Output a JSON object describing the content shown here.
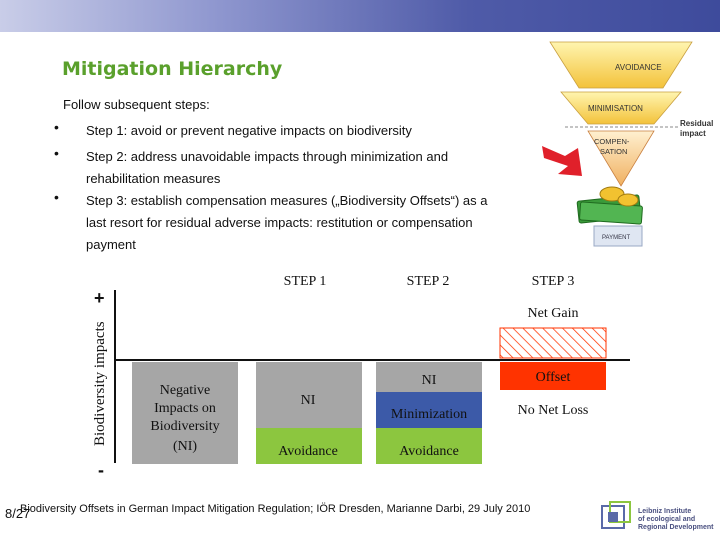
{
  "slide": {
    "title": "Mitigation Hierarchy",
    "intro": "Follow subsequent steps:",
    "steps": [
      {
        "line1": "Step 1: avoid or prevent negative impacts on biodiversity",
        "line2": "",
        "line3": ""
      },
      {
        "line1": "Step 2: address unavoidable impacts through minimization and",
        "line2": "rehabilitation measures",
        "line3": ""
      },
      {
        "line1": "Step 3: establish  compensation measures („Biodiversity Offsets“) as a",
        "line2": "last resort for residual adverse impacts: restitution or compensation",
        "line3": "payment"
      }
    ],
    "footer": "Biodiversity Offsets in German Impact Mitigation Regulation; IÖR Dresden, Marianne Darbi, 29 July 2010",
    "page_number": "8/27"
  },
  "pyramid": {
    "avoidance": "AVOIDANCE",
    "minimisation": "MINIMISATION",
    "comp_line1": "COMPEN-",
    "comp_line2": "SATION",
    "residual_line1": "Residual",
    "residual_line2": "impact",
    "payment": "PAYMENT"
  },
  "diagram": {
    "y_axis_label": "Biodiversity impacts",
    "plus": "+",
    "minus": "-",
    "step_headers": [
      "STEP 1",
      "STEP 2",
      "STEP 3"
    ],
    "neg_impacts": [
      "Negative",
      "Impacts on",
      "Biodiversity",
      "(NI)"
    ],
    "col2_ni": "NI",
    "col2_avoidance": "Avoidance",
    "col3_ni": "NI",
    "col3_minimization": "Minimization",
    "col3_avoidance": "Avoidance",
    "col4_net_gain": "Net Gain",
    "col4_offset": "Offset",
    "col4_no_net_loss": "No Net Loss",
    "colors": {
      "grey": "#a6a6a6",
      "green": "#8cc63f",
      "blue": "#3c5aa8",
      "red": "#ff3300"
    }
  },
  "logo": {
    "line1": "Leibniz Institute",
    "line2": "of ecological and",
    "line3": "Regional Development"
  }
}
